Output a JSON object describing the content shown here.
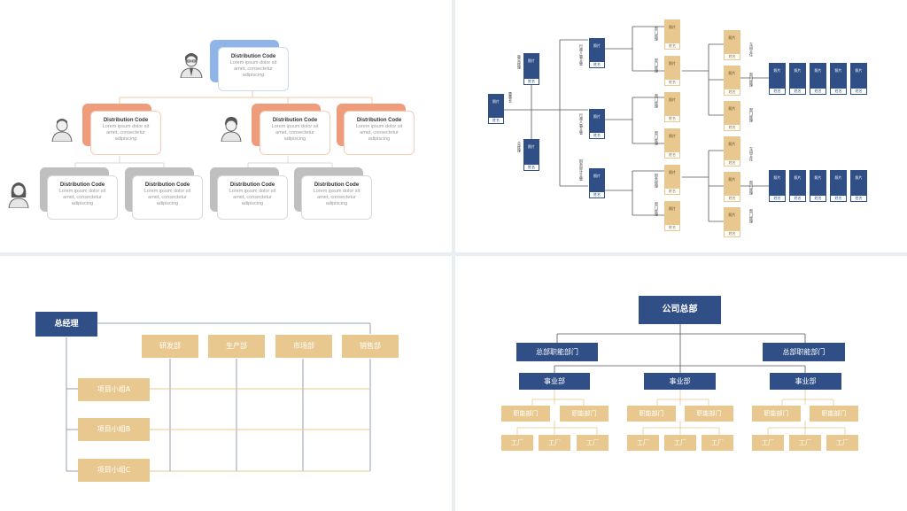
{
  "panel1": {
    "cards": [
      {
        "title": "Distribution Code",
        "text": "Lorem ipsum dolor sit amet, consectetur adipiscing"
      },
      {
        "title": "Distribution Code",
        "text": "Lorem ipsum dolor sit amet, consectetur adipiscing"
      },
      {
        "title": "Distribution Code",
        "text": "Lorem ipsum dolor sit amet, consectetur adipiscing"
      },
      {
        "title": "Distribution Code",
        "text": "Lorem ipsum dolor sit amet, consectetur adipiscing"
      },
      {
        "title": "Distribution Code",
        "text": "Lorem ipsum dolor sit amet, consectetur adipiscing"
      },
      {
        "title": "Distribution Code",
        "text": "Lorem ipsum dolor sit amet, consectetur adipiscing"
      },
      {
        "title": "Distribution Code",
        "text": "Lorem ipsum dolor sit amet, consectetur adipiscing"
      },
      {
        "title": "Distribution Code",
        "text": "Lorem ipsum dolor sit amet, consectetur adipiscing"
      }
    ],
    "colors": {
      "blue": "#8fb4e8",
      "orange": "#ef9c7d",
      "gray": "#bfbfbf",
      "line": "#f0c9a0"
    }
  },
  "panel2": {
    "photo_label": "照片",
    "name_label": "姓名",
    "titles": {
      "root": "董事长",
      "upper": "副总经理",
      "lower": "总经理",
      "branch1": "行政人事主管",
      "branch2": "行政人事主管",
      "branch3": "财务审计主管",
      "sub1": "部门经理",
      "sub2": "部门经理",
      "sub3": "部门经理",
      "sub4": "部门经理",
      "sub5": "财务经理",
      "sub6": "部门经理",
      "g1": "车间主任",
      "g2": "部门经理",
      "g3": "部门经理",
      "g4": "车间主任",
      "g5": "部门经理",
      "g6": "部门经理"
    }
  },
  "panel3": {
    "gm": "总经理",
    "depts": [
      "研发部",
      "生产部",
      "市场部",
      "销售部"
    ],
    "groups": [
      "项目小组A",
      "项目小组B",
      "项目小组C"
    ]
  },
  "panel4": {
    "hq": "公司总部",
    "func_left": "总部职能部门",
    "func_right": "总部职能部门",
    "divisions": [
      "事业部",
      "事业部",
      "事业部"
    ],
    "func_dept": "职能部门",
    "factory": "工厂"
  }
}
